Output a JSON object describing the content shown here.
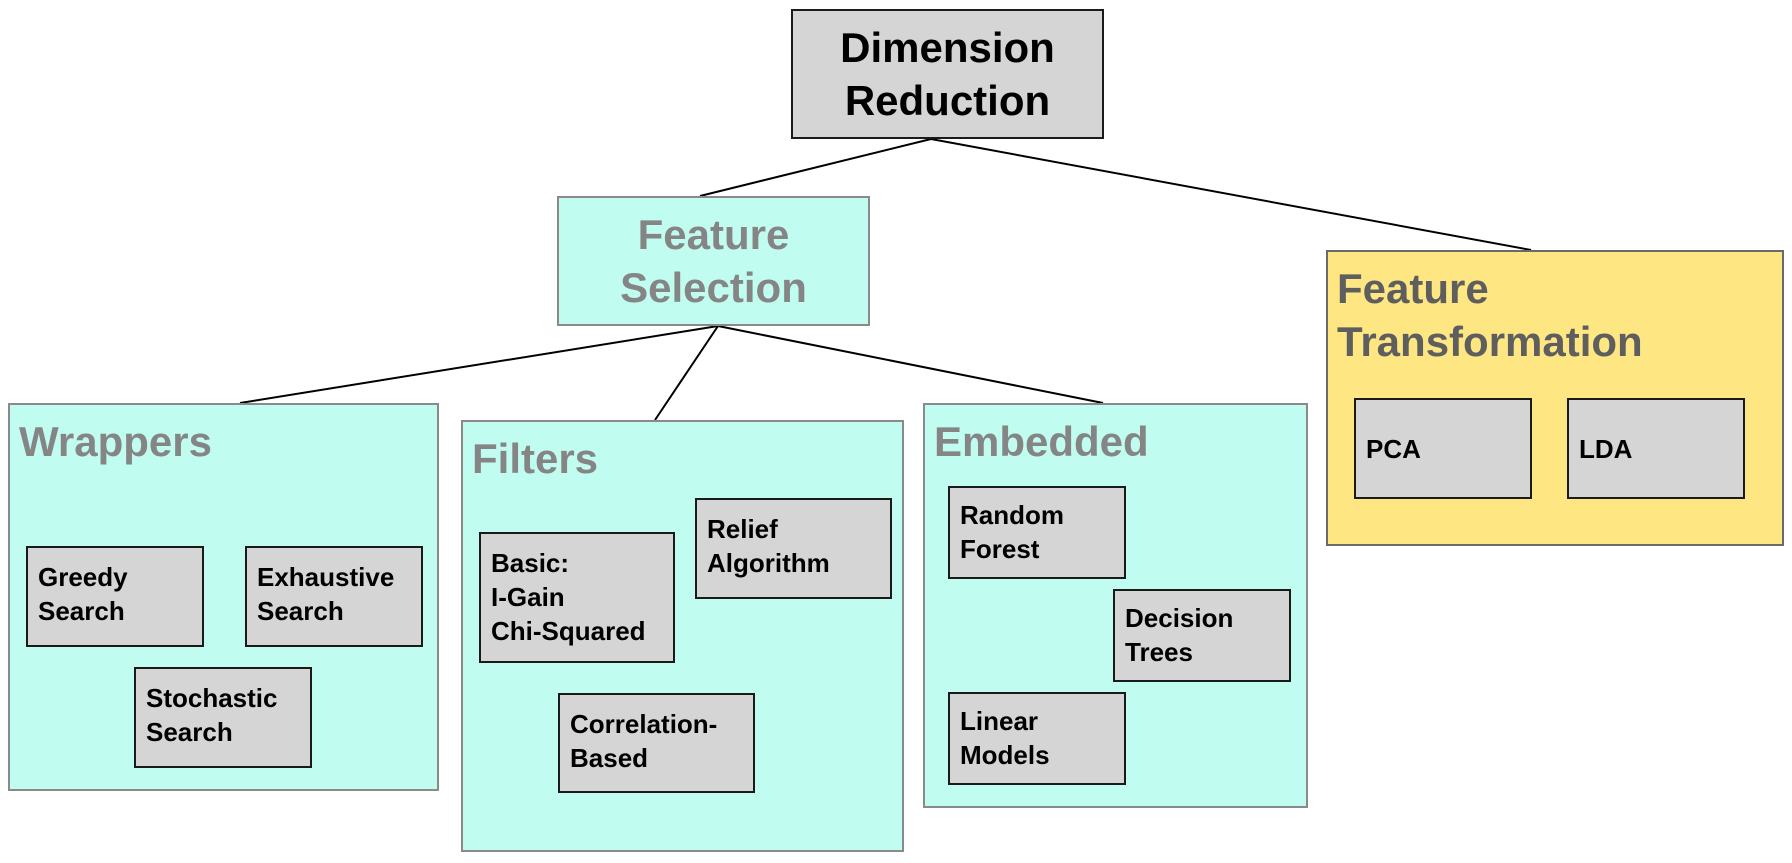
{
  "diagram": {
    "root": {
      "label": "Dimension\nReduction"
    },
    "feature_selection": {
      "label": "Feature\nSelection",
      "groups": {
        "wrappers": {
          "title": "Wrappers",
          "items": [
            "Greedy\nSearch",
            "Exhaustive\nSearch",
            "Stochastic\nSearch"
          ]
        },
        "filters": {
          "title": "Filters",
          "items": [
            "Basic:\nI-Gain\nChi-Squared",
            "Relief\nAlgorithm",
            "Correlation-\nBased"
          ]
        },
        "embedded": {
          "title": "Embedded",
          "items": [
            "Random\nForest",
            "Decision\nTrees",
            "Linear\nModels"
          ]
        }
      }
    },
    "feature_transformation": {
      "title": "Feature\nTransformation",
      "items": [
        "PCA",
        "LDA"
      ]
    },
    "colors": {
      "root_fill": "#d5d5d5",
      "selection_fill": "#c0fcf0",
      "transformation_fill": "#fee683",
      "leaf_fill": "#d5d5d5",
      "category_text": "#858585"
    }
  }
}
